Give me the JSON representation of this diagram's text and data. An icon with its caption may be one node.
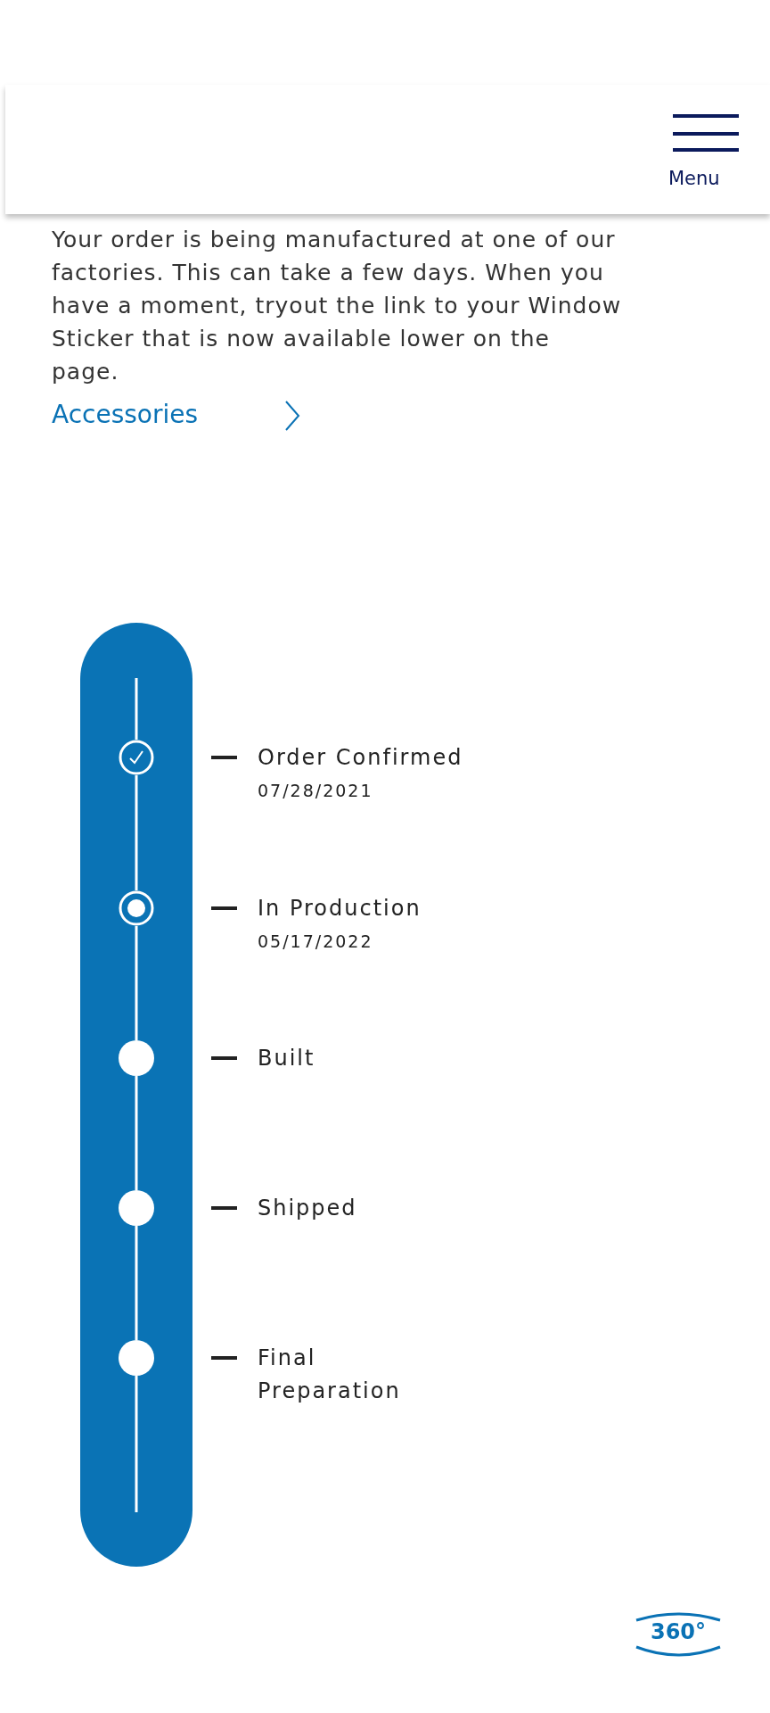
{
  "diagram": {
    "nodes": [
      {
        "text": [],
        "shape": "circle",
        "beside": [
          "Order Confirmed",
          "07/28/2021"
        ]
      },
      {
        "text": [],
        "shape": "circle",
        "beside": [
          "In Production",
          "05/17/2022"
        ]
      },
      {
        "text": [],
        "shape": "circle",
        "beside": [
          "Built"
        ]
      },
      {
        "text": [],
        "shape": "circle",
        "beside": [
          "Shipped"
        ]
      },
      {
        "text": [],
        "shape": "circle",
        "beside": [
          "Final Preparation"
        ]
      }
    ],
    "edges": [
      {
        "from": 0,
        "to": 1,
        "arrow": "none"
      },
      {
        "from": 1,
        "to": 2,
        "arrow": "none"
      },
      {
        "from": 2,
        "to": 3,
        "arrow": "none"
      },
      {
        "from": 3,
        "to": 4,
        "arrow": "none"
      }
    ],
    "labels": [
      "Menu",
      "Your order is being manufactured at one of our factories. This can take a few days. When you have a moment, tryout the link to your Window Sticker that is now available lower on the page.",
      "Accessories",
      "360°"
    ]
  }
}
